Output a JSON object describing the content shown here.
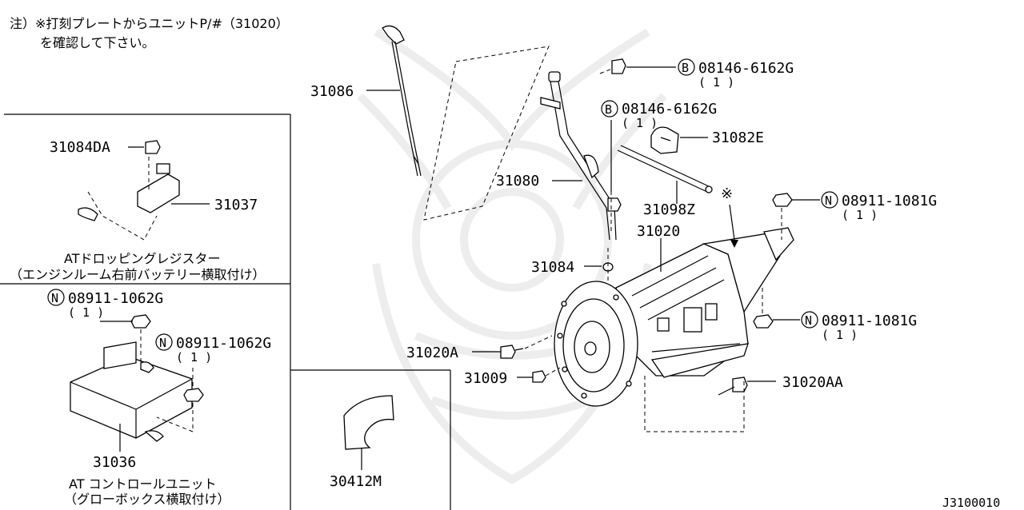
{
  "note": {
    "line1": "注）※打刻プレートからユニットP/#（31020）",
    "line2": "を確認して下さい。"
  },
  "parts": {
    "p31086": "31086",
    "p31080": "31080",
    "p31098Z": "31098Z",
    "p31020": "31020",
    "p31084": "31084",
    "p31020A": "31020A",
    "p31009": "31009",
    "p31020AA": "31020AA",
    "p31082E": "31082E",
    "p30412M": "30412M",
    "p31084DA": "31084DA",
    "p31037": "31037",
    "p31036": "31036"
  },
  "bolts": {
    "b1": {
      "symbol": "B",
      "code": "08146-6162G",
      "qty": "( 1 )"
    },
    "b2": {
      "symbol": "B",
      "code": "08146-6162G",
      "qty": "( 1 )"
    },
    "n1": {
      "symbol": "N",
      "code": "08911-1081G",
      "qty": "( 1 )"
    },
    "n2": {
      "symbol": "N",
      "code": "08911-1081G",
      "qty": "( 1 )"
    },
    "n3": {
      "symbol": "N",
      "code": "08911-1062G",
      "qty": "( 1 )"
    },
    "n4": {
      "symbol": "N",
      "code": "08911-1062G",
      "qty": "( 1 )"
    }
  },
  "mark": "※",
  "sections": {
    "drop_resistor": {
      "title": "ATドロッピングレジスター",
      "sub": "（エンジンルーム右前バッテリー横取付け）"
    },
    "control_unit": {
      "title": "AT コントロールユニット",
      "sub": "（グローボックス横取付け）"
    }
  },
  "diagram_id": "J3100010"
}
